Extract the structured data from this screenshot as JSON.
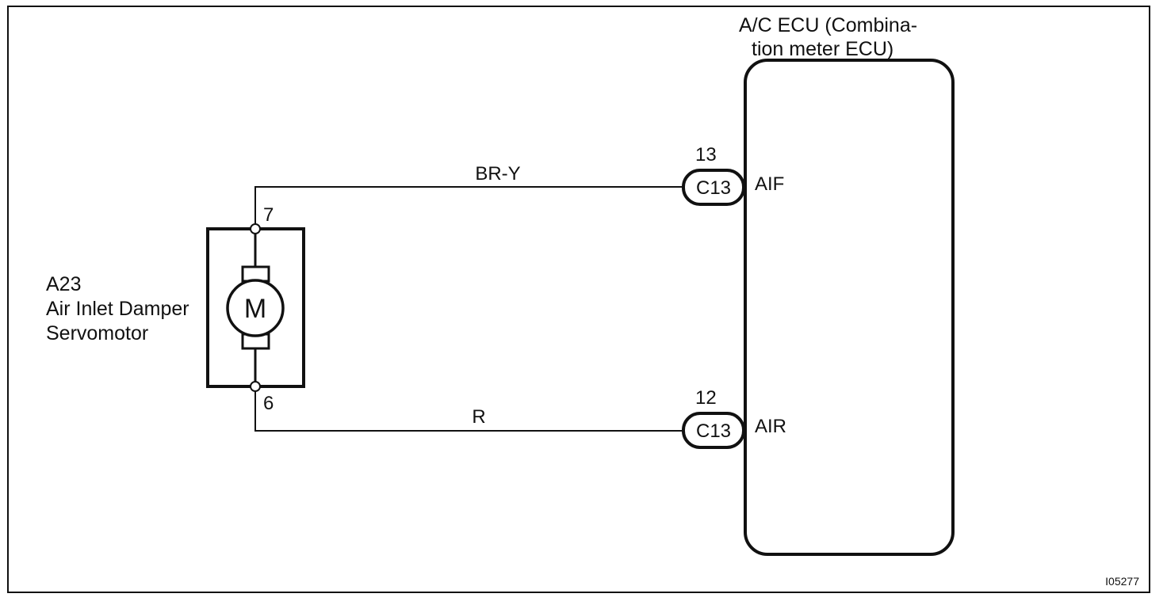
{
  "ecu": {
    "title_line1": "A/C  ECU  (Combina-",
    "title_line2": "tion meter ECU)"
  },
  "motor": {
    "code": "A23",
    "name_line1": "Air Inlet Damper",
    "name_line2": "Servomotor",
    "symbol": "M",
    "pin_top": "7",
    "pin_bottom": "6"
  },
  "wires": {
    "top_color": "BR-Y",
    "bottom_color": "R"
  },
  "connectors": {
    "top": {
      "pin": "13",
      "code": "C13",
      "terminal": "AIF"
    },
    "bottom": {
      "pin": "12",
      "code": "C13",
      "terminal": "AIR"
    }
  },
  "figure_id": "I05277"
}
